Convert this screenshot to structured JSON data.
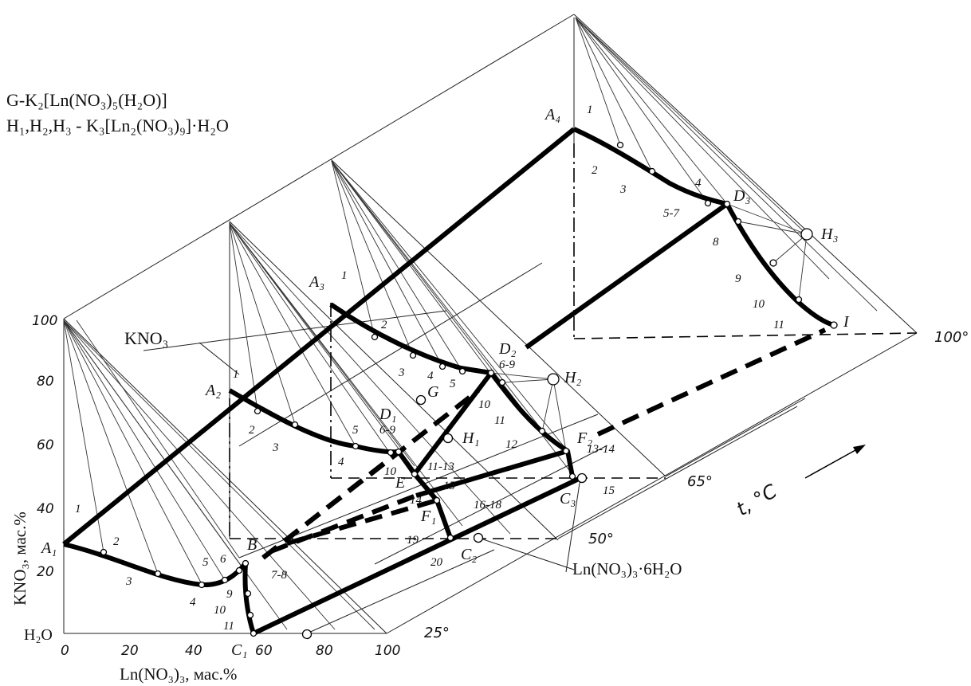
{
  "legend": {
    "line1": "G-K₂[Ln(NO₃)₅(H₂O)]",
    "line2": "H₁,H₂,H₃ - K₃[Ln₂(NO₃)₉]·H₂O"
  },
  "axes": {
    "x_label": "Ln(NO₃)₃, мас.%",
    "y_label": "KNO₃, мас.%",
    "x_ticks": [
      "0",
      "20",
      "40",
      "60",
      "80",
      "100"
    ],
    "y_ticks": [
      "20",
      "40",
      "60",
      "80",
      "100"
    ],
    "origin_label": "H₂O",
    "t_label": "t, °C",
    "kno3": "KNO₃",
    "salt": "Ln(NO₃)₃·6H₂O"
  },
  "temperatures": [
    "25°",
    "50°",
    "65°",
    "100°"
  ],
  "points": {
    "A1": "A₁",
    "A2": "A₂",
    "A3": "A₃",
    "A4": "A₄",
    "B": "B",
    "C1": "C₁",
    "C2": "C₂",
    "C3": "C₃",
    "D1": "D₁",
    "D2": "D₂",
    "D3": "D₃",
    "E": "E",
    "F1": "F₁",
    "F2": "F₂",
    "G": "G",
    "H1": "H₁",
    "H2": "H₂",
    "H3": "H₃",
    "I": "I"
  },
  "compositions": {
    "s25": [
      "1",
      "2",
      "3",
      "4",
      "5",
      "6",
      "7-8",
      "9",
      "10",
      "11"
    ],
    "s50": [
      "1",
      "2",
      "3",
      "4",
      "5",
      "6-9",
      "10",
      "11-13",
      "14",
      "15",
      "16-18",
      "19",
      "20"
    ],
    "s65": [
      "1",
      "2",
      "3",
      "4",
      "5",
      "6-9",
      "10",
      "11",
      "12",
      "13-14",
      "15"
    ],
    "s100": [
      "1",
      "2",
      "3",
      "4",
      "5-7",
      "8",
      "9",
      "10",
      "11"
    ]
  }
}
